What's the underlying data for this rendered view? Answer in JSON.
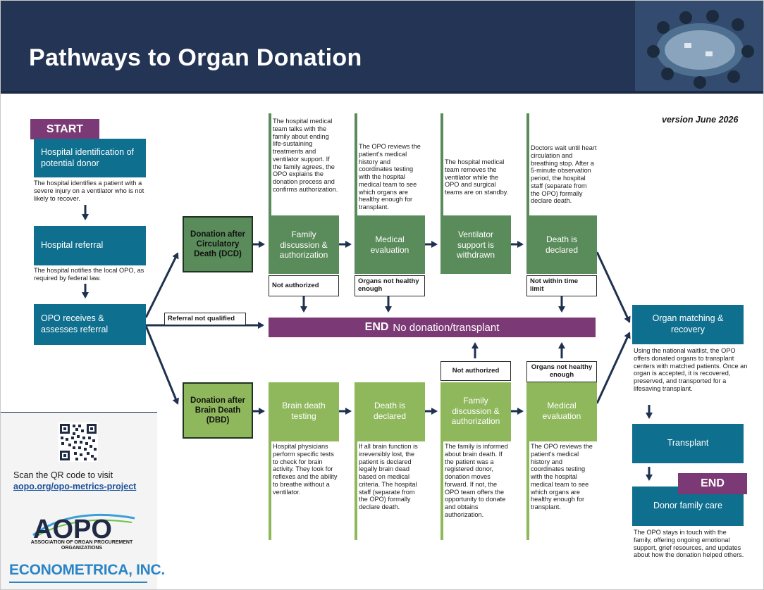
{
  "header": {
    "title": "Pathways to Organ Donation"
  },
  "version": "version June 2026",
  "start_label": "START",
  "end_label": "END",
  "left_column": [
    {
      "title": "Hospital identification of potential donor",
      "desc": "The hospital identifies a patient with a severe injury on a ventilator who is not likely to recover."
    },
    {
      "title": "Hospital referral",
      "desc": "The hospital notifies the local OPO, as required by federal law."
    },
    {
      "title": "OPO receives & assesses referral"
    }
  ],
  "referral_not_qualified": "Referral not qualified",
  "end_bar": {
    "bold": "END",
    "text": "No donation/transplant"
  },
  "dcd": {
    "type_label": "Donation after Circulatory Death (DCD)",
    "steps": [
      {
        "title": "Family discussion & authorization",
        "desc": "The hospital medical team talks with the family about ending life-sustaining treatments and ventilator support. If the family agrees, the OPO explains the donation process and confirms authorization.",
        "exit": "Not authorized"
      },
      {
        "title": "Medical evaluation",
        "desc": "The OPO reviews the patient's medical history and coordinates testing with the hospital medical team to see which organs are healthy enough for transplant.",
        "exit": "Organs not healthy enough"
      },
      {
        "title": "Ventilator support is withdrawn",
        "desc": "The hospital medical team removes the ventilator while the OPO and surgical teams are on standby."
      },
      {
        "title": "Death is declared",
        "desc": "Doctors wait until heart circulation and breathing stop. After a 5-minute observation period, the hospital staff (separate from the OPO) formally declare death.",
        "exit": "Not within time limit"
      }
    ]
  },
  "dbd": {
    "type_label": "Donation after Brain Death (DBD)",
    "steps": [
      {
        "title": "Brain death testing",
        "desc": "Hospital physicians perform specific tests to check for brain activity. They look for reflexes and the ability to breathe without a ventilator."
      },
      {
        "title": "Death is declared",
        "desc": "If all brain function is irreversibly lost, the patient is declared legally brain dead based on medical criteria. The hospital staff (separate from the OPO) formally declare death."
      },
      {
        "title": "Family discussion & authorization",
        "desc": "The family is informed about brain death. If the patient was a registered donor, donation moves forward. If not, the OPO team offers the opportunity to donate and obtains authorization.",
        "exit": "Not authorized"
      },
      {
        "title": "Medical evaluation",
        "desc": "The OPO reviews the patient's medical history and coordinates testing with the hospital medical team to see which organs are healthy enough for transplant.",
        "exit": "Organs not healthy enough"
      }
    ]
  },
  "right_column": [
    {
      "title": "Organ matching & recovery",
      "desc": "Using the national waitlist, the OPO offers donated organs to transplant centers with matched patients. Once an organ is accepted, it is recovered, preserved, and transported for a lifesaving transplant."
    },
    {
      "title": "Transplant"
    },
    {
      "title": "Donor family care",
      "desc": "The OPO stays in touch with the family, offering ongoing emotional support, grief resources, and updates about how the donation helped others."
    }
  ],
  "sidebar": {
    "scan_text": "Scan the QR code to visit",
    "link": "aopo.org/opo-metrics-project",
    "aopo_logo": "AOPO",
    "aopo_sub": "ASSOCIATION OF ORGAN PROCUREMENT ORGANIZATIONS",
    "econ_logo": "ECONOMETRICA, INC."
  },
  "icons": {
    "qr": "qr-code-icon"
  },
  "colors": {
    "navy": "#243454",
    "blue": "#0f6f8f",
    "dark_green": "#5a8b5a",
    "light_green": "#8fb85c",
    "purple": "#7b3a75"
  }
}
